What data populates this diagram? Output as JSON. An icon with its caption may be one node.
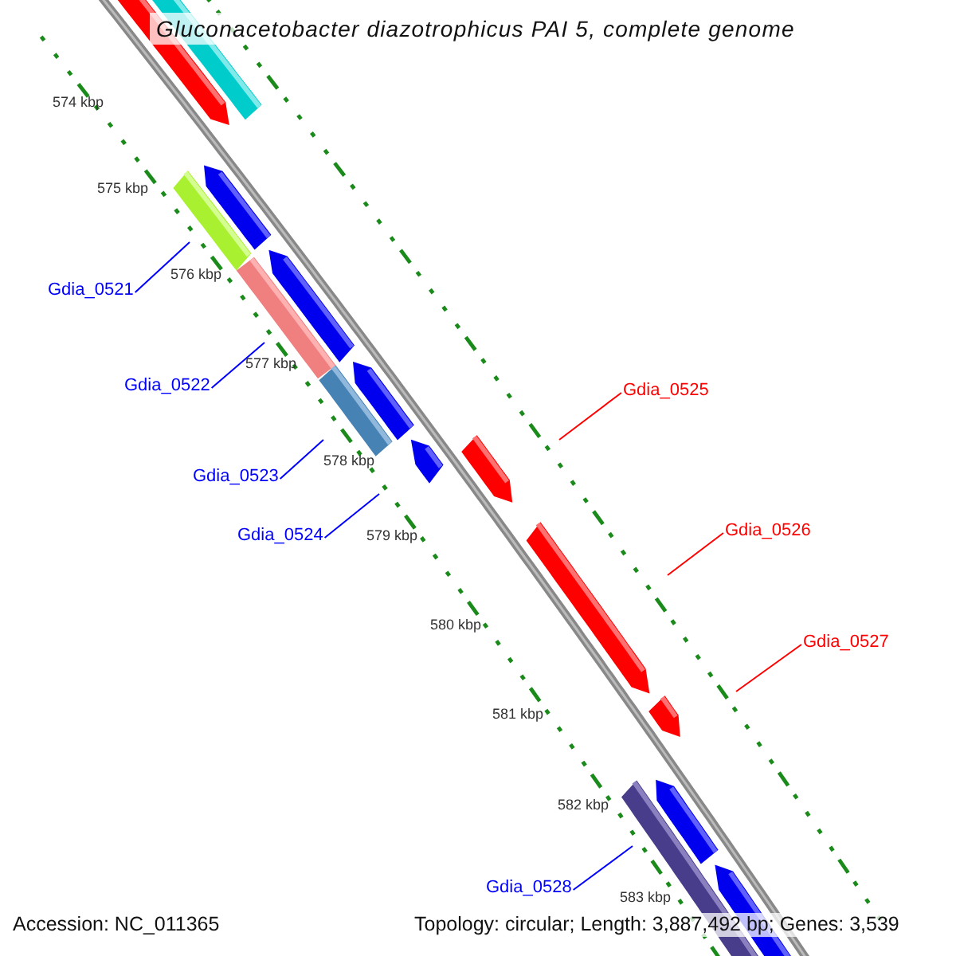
{
  "diagram": {
    "title": "Gluconacetobacter diazotrophicus PAI 5, complete genome",
    "nodes": [
      {
        "text": [
          "Gdia_0521"
        ]
      },
      {
        "text": [
          "Gdia_0522"
        ]
      },
      {
        "text": [
          "Gdia_0523"
        ]
      },
      {
        "text": [
          "Gdia_0524"
        ]
      },
      {
        "text": [
          "Gdia_0525"
        ]
      },
      {
        "text": [
          "Gdia_0526"
        ]
      },
      {
        "text": [
          "Gdia_0527"
        ]
      },
      {
        "text": [
          "Gdia_0528"
        ]
      }
    ],
    "edges": [
      {
        "from": 0,
        "to": null,
        "arrow": "none"
      },
      {
        "from": 1,
        "to": null,
        "arrow": "none"
      },
      {
        "from": 2,
        "to": null,
        "arrow": "none"
      },
      {
        "from": 3,
        "to": null,
        "arrow": "none"
      },
      {
        "from": 4,
        "to": null,
        "arrow": "none",
        "color": "#ff0000"
      },
      {
        "from": 5,
        "to": null,
        "arrow": "none",
        "color": "#ff0000"
      },
      {
        "from": 6,
        "to": null,
        "arrow": "none",
        "color": "#ff0000"
      },
      {
        "from": 7,
        "to": null,
        "arrow": "none"
      }
    ],
    "labels": [
      "574 kbp",
      "575 kbp",
      "576 kbp",
      "577 kbp",
      "578 kbp",
      "579 kbp",
      "580 kbp",
      "581 kbp",
      "582 kbp",
      "583 kbp",
      "Accession: NC_011365",
      "Topology: circular; Length: 3,887,492 bp; Genes: 3,539"
    ]
  }
}
